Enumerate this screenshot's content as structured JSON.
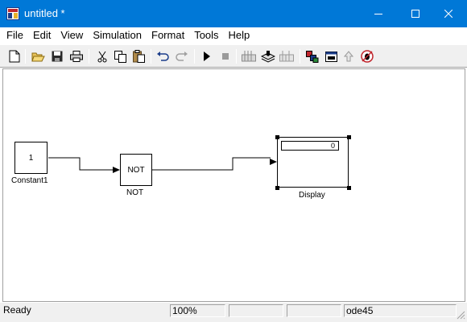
{
  "window": {
    "title": "untitled *",
    "icon": "simulink-model-icon",
    "accent": "#0078d7",
    "controls": [
      "minimize-icon",
      "maximize-icon",
      "close-icon"
    ]
  },
  "menu": [
    "File",
    "Edit",
    "View",
    "Simulation",
    "Format",
    "Tools",
    "Help"
  ],
  "toolbar": {
    "icons": [
      "new-icon",
      "open-icon",
      "save-icon",
      "print-icon",
      "cut-icon",
      "copy-icon",
      "paste-icon",
      "undo-icon",
      "redo-icon",
      "start-simulation-icon",
      "stop-simulation-icon",
      "build-icon",
      "update-diagram-icon",
      "build-subsystem-icon",
      "library-browser-icon",
      "model-explorer-icon",
      "go-to-parent-icon",
      "debug-icon"
    ]
  },
  "diagram": {
    "blocks": [
      {
        "name": "Constant1",
        "content": "1"
      },
      {
        "name": "NOT",
        "content": "NOT"
      },
      {
        "name": "Display",
        "content": "0"
      }
    ]
  },
  "status": {
    "state": "Ready",
    "zoom": "100%",
    "solver": "ode45"
  }
}
